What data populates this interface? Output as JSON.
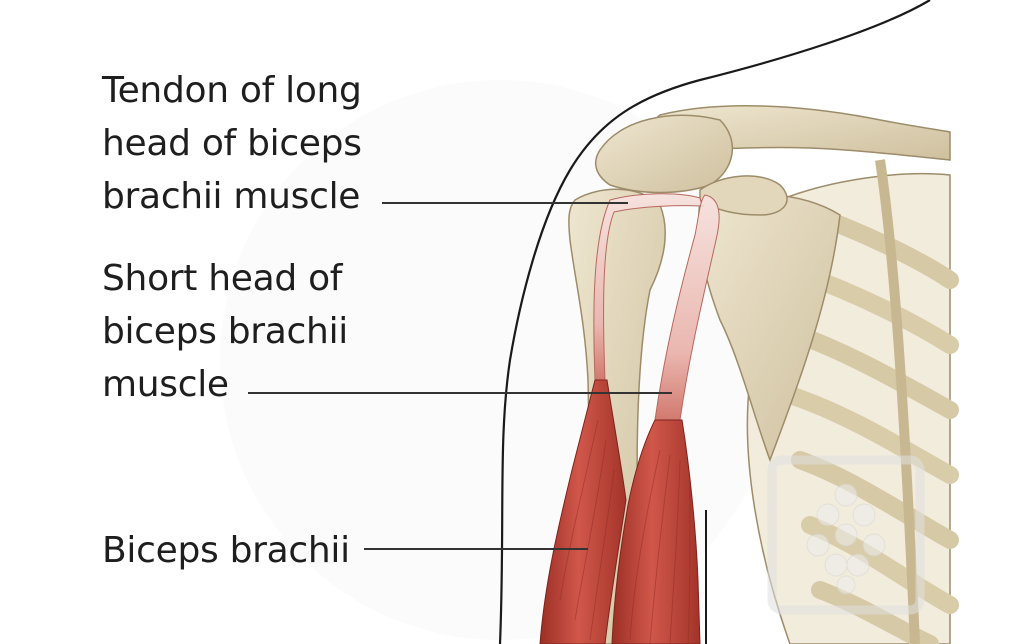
{
  "labels": {
    "tendon_long_head": "Tendon of long\nhead of biceps\nbrachii muscle",
    "short_head": "Short head of\nbiceps brachii\nmuscle",
    "biceps": "Biceps brachii"
  },
  "colors": {
    "bone": "#e6dcc2",
    "bone_shadow": "#c2b391",
    "muscle": "#c0463a",
    "muscle_dark": "#8f2a22",
    "tendon": "#f1d2cd",
    "outline": "#1a1a1a",
    "leader_line": "#333333"
  },
  "watermark": {
    "icon": "molecule-logo-icon"
  }
}
